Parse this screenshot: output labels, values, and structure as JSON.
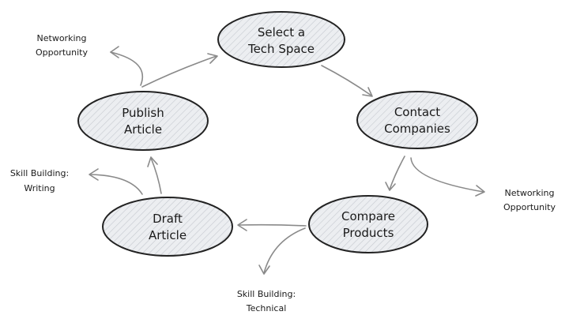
{
  "nodes": {
    "select_tech_space": {
      "line1": "Select a",
      "line2": "Tech Space"
    },
    "contact_companies": {
      "line1": "Contact",
      "line2": "Companies"
    },
    "compare_products": {
      "line1": "Compare",
      "line2": "Products"
    },
    "draft_article": {
      "line1": "Draft",
      "line2": "Article"
    },
    "publish_article": {
      "line1": "Publish",
      "line2": "Article"
    }
  },
  "side_labels": {
    "networking_top": {
      "line1": "Networking",
      "line2": "Opportunity"
    },
    "networking_right": {
      "line1": "Networking",
      "line2": "Opportunity"
    },
    "skill_writing": {
      "line1": "Skill Building:",
      "line2": "Writing"
    },
    "skill_technical": {
      "line1": "Skill Building:",
      "line2": "Technical"
    }
  },
  "colors": {
    "stroke": "#222222",
    "arrow": "#8a8a8a",
    "fill": "#e6e8ec"
  }
}
